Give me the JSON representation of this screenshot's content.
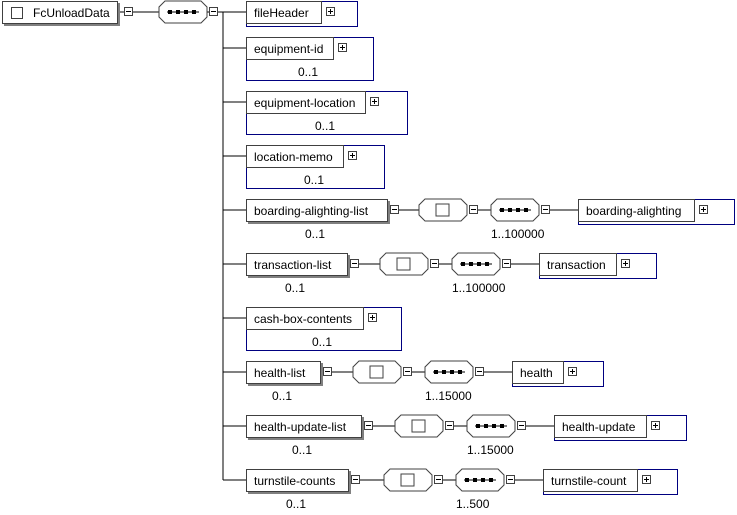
{
  "root": {
    "label": "FcUnloadData"
  },
  "children": [
    {
      "label": "fileHeader",
      "occurs": "",
      "complex": true
    },
    {
      "label": "equipment-id",
      "occurs": "0..1",
      "complex": true
    },
    {
      "label": "equipment-location",
      "occurs": "0..1",
      "complex": true
    },
    {
      "label": "location-memo",
      "occurs": "0..1",
      "complex": true
    },
    {
      "label": "boarding-alighting-list",
      "occurs": "0..1",
      "complex": false,
      "item": {
        "label": "boarding-alighting",
        "occurs": "1..100000"
      }
    },
    {
      "label": "transaction-list",
      "occurs": "0..1",
      "complex": false,
      "item": {
        "label": "transaction",
        "occurs": "1..100000"
      }
    },
    {
      "label": "cash-box-contents",
      "occurs": "0..1",
      "complex": true
    },
    {
      "label": "health-list",
      "occurs": "0..1",
      "complex": false,
      "item": {
        "label": "health",
        "occurs": "1..15000"
      }
    },
    {
      "label": "health-update-list",
      "occurs": "0..1",
      "complex": false,
      "item": {
        "label": "health-update",
        "occurs": "1..15000"
      }
    },
    {
      "label": "turnstile-counts",
      "occurs": "0..1",
      "complex": false,
      "item": {
        "label": "turnstile-count",
        "occurs": "1..500"
      }
    }
  ],
  "colors": {
    "line": "#000000",
    "complex_border": "#000080",
    "element_border": "#404040",
    "shadow": "#808080"
  }
}
